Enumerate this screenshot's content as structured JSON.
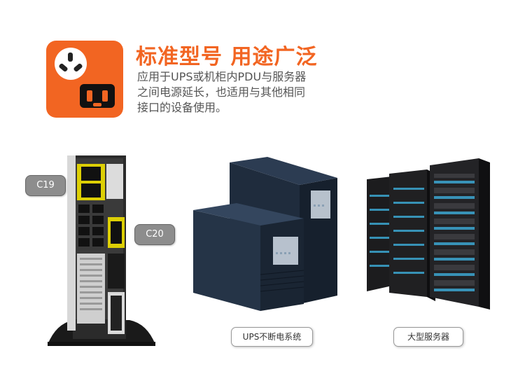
{
  "header": {
    "headline": "标准型号 用途广泛",
    "desc_lines": [
      "应用于UPS或机柜内PDU与服务器",
      "之间电源延长，也适用与其他相同",
      "接口的设备使用。"
    ]
  },
  "labels": {
    "c19": "C19",
    "c20": "C20"
  },
  "captions": {
    "ups": "UPS不断电系统",
    "server": "大型服务器"
  },
  "colors": {
    "accent": "#f26522",
    "highlight": "#f0e000",
    "ups_body": "#1e2a3a",
    "server_glow": "#3fb8e8"
  }
}
